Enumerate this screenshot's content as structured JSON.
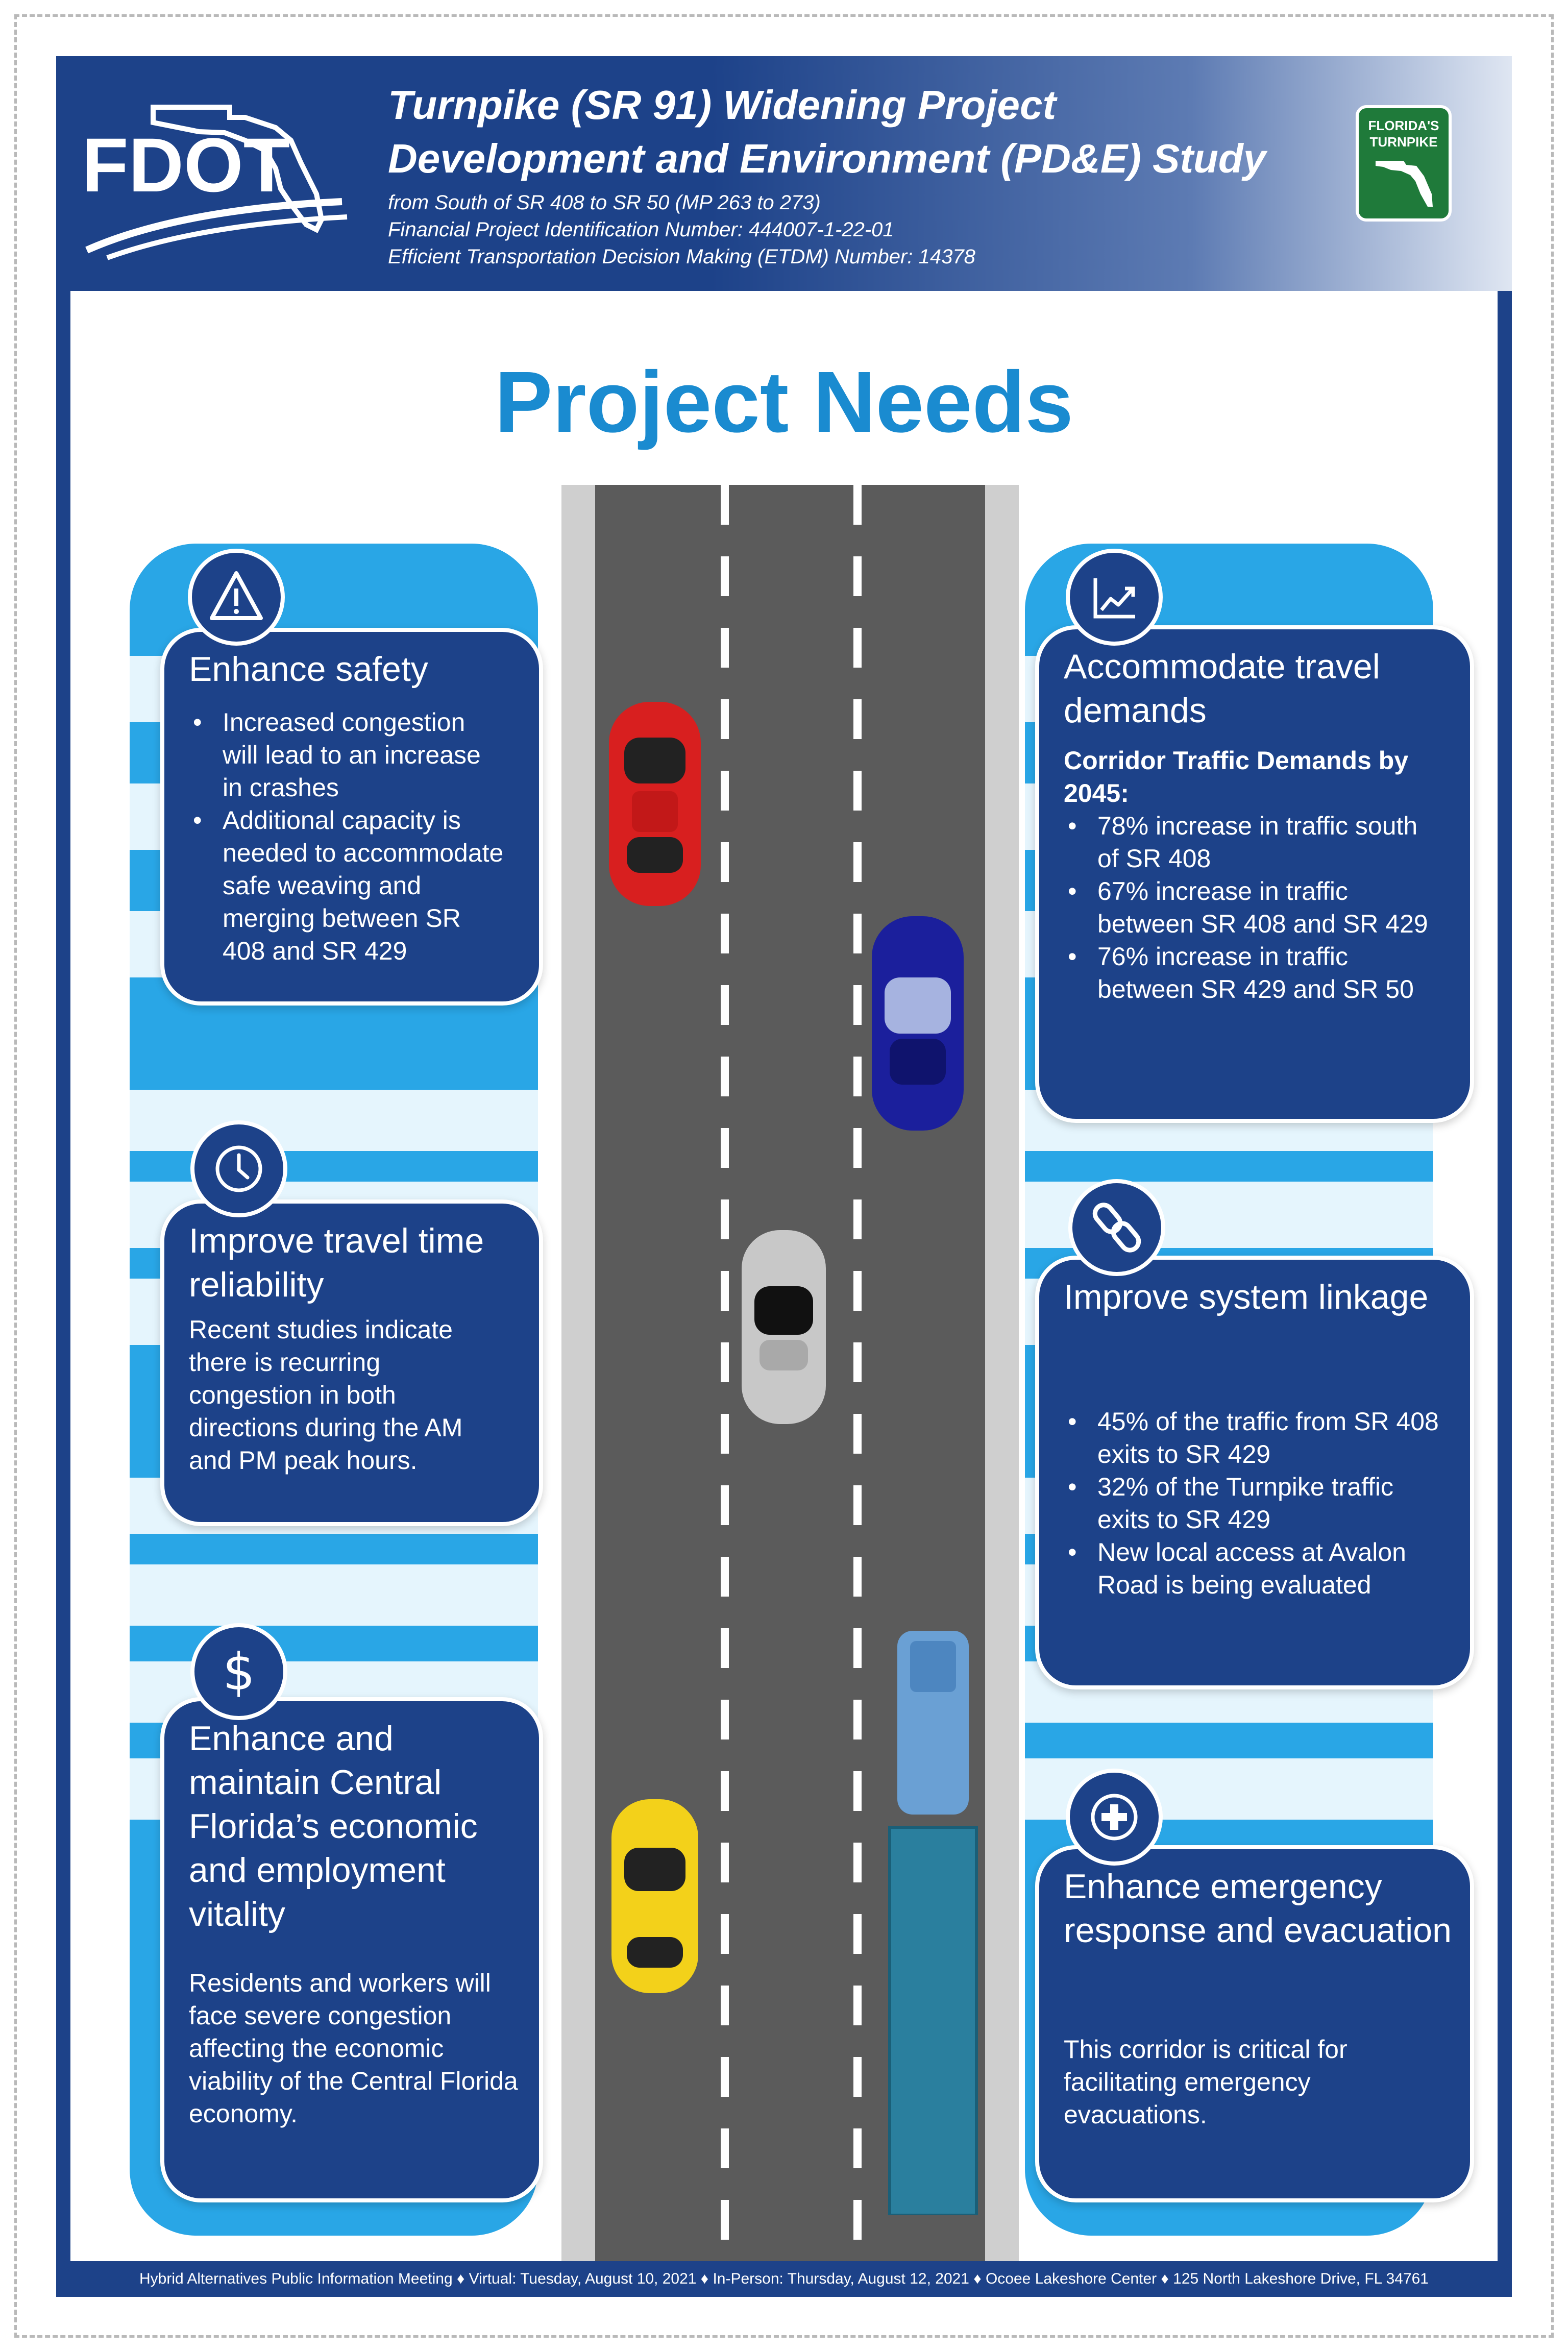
{
  "header": {
    "agency_logo": "FDOT",
    "title_line1": "Turnpike (SR 91) Widening Project",
    "title_line2": "Development and Environment (PD&E) Study",
    "sub_line1": "from South of SR 408 to SR 50 (MP 263 to 273)",
    "sub_line2": "Financial Project Identification Number: 444007-1-22-01",
    "sub_line3": "Efficient Transportation Decision Making (ETDM) Number: 14378",
    "turnpike_logo_line1": "FLORIDA'S",
    "turnpike_logo_line2": "TURNPIKE"
  },
  "main": {
    "title": "Project Needs",
    "cards": [
      {
        "icon": "warning-icon",
        "title": "Enhance safety",
        "bullets": [
          "Increased congestion will lead to an increase in crashes",
          "Additional capacity is needed to accommodate safe weaving and merging between SR 408 and SR 429"
        ]
      },
      {
        "icon": "trend-chart-icon",
        "title": "Accommodate travel demands",
        "subtitle": "Corridor Traffic Demands by 2045:",
        "bullets": [
          "78% increase in traffic south of SR 408",
          "67% increase in traffic between SR 408 and SR 429",
          "76% increase in traffic between SR 429 and SR 50"
        ]
      },
      {
        "icon": "clock-icon",
        "title": "Improve travel time reliability",
        "body": "Recent studies indicate there is recurring congestion in both directions during the AM and PM peak hours."
      },
      {
        "icon": "link-icon",
        "title": "Improve system linkage",
        "bullets": [
          "45% of the traffic from SR 408 exits to SR 429",
          "32% of the Turnpike traffic exits to SR 429",
          "New local access at Avalon Road is being evaluated"
        ]
      },
      {
        "icon": "dollar-icon",
        "title": "Enhance and maintain Central Florida’s economic and employment vitality",
        "body": "Residents and workers will face severe congestion affecting the economic viability of the Central Florida economy."
      },
      {
        "icon": "medical-plus-icon",
        "title": "Enhance emergency response and evacuation",
        "body": "This corridor is critical for facilitating emergency evacuations."
      }
    ]
  },
  "footer": {
    "text": "Hybrid Alternatives Public Information Meeting ♦ Virtual: Tuesday, August 10, 2021 ♦ In-Person: Thursday, August 12, 2021 ♦ Ocoee Lakeshore Center ♦ 125 North Lakeshore Drive, FL 34761"
  },
  "colors": {
    "navy": "#1d4289",
    "title_blue": "#1a8bd0",
    "panel_blue": "#29a6e6",
    "stripe_light": "#e5f5fd",
    "turnpike_green": "#1f7a3a"
  }
}
